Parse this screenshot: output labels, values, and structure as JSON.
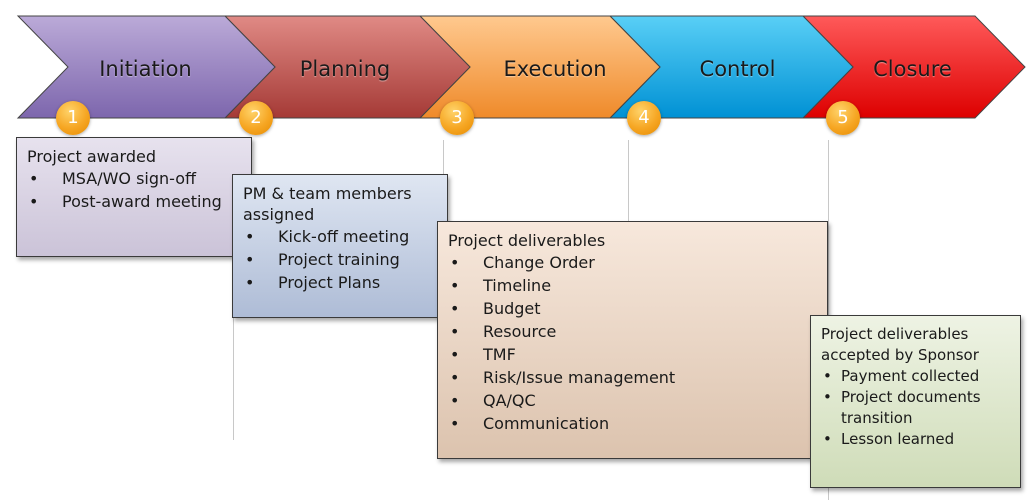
{
  "stages": [
    {
      "label": "Initiation",
      "number": "1",
      "fill_top": "#bbaad8",
      "fill_bottom": "#7d66ad"
    },
    {
      "label": "Planning",
      "number": "2",
      "fill_top": "#e08a85",
      "fill_bottom": "#a53a36"
    },
    {
      "label": "Execution",
      "number": "3",
      "fill_top": "#ffc98f",
      "fill_bottom": "#ef8a2a"
    },
    {
      "label": "Control",
      "number": "4",
      "fill_top": "#59cff6",
      "fill_bottom": "#0091d4"
    },
    {
      "label": "Closure",
      "number": "5",
      "fill_top": "#ff5a5a",
      "fill_bottom": "#dd0000"
    }
  ],
  "boxes": [
    {
      "heading": "Project awarded",
      "items": [
        "MSA/WO sign-off",
        "Post-award meeting"
      ]
    },
    {
      "heading": "PM & team members assigned",
      "items": [
        "Kick-off meeting",
        "Project training",
        "Project Plans"
      ]
    },
    {
      "heading": "Project deliverables",
      "items": [
        "Change Order",
        "Timeline",
        "Budget",
        "Resource",
        "TMF",
        "Risk/Issue management",
        "QA/QC",
        "Communication"
      ]
    },
    {
      "heading": "Project deliverables accepted by Sponsor",
      "items": [
        "Payment collected",
        "Project documents transition",
        "Lesson learned"
      ]
    }
  ]
}
